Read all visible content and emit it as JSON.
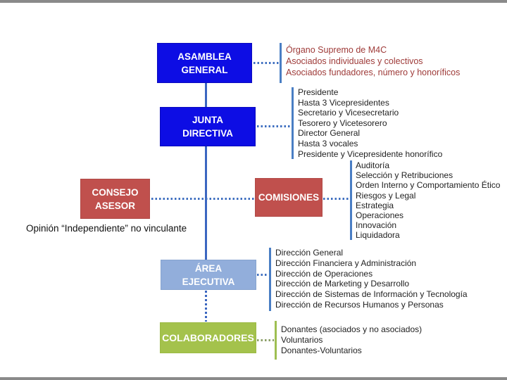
{
  "diagram": {
    "note": "Opinión “Independiente” no vinculante",
    "boxes": {
      "asamblea": {
        "title": "ASAMBLEA\nGENERAL"
      },
      "junta": {
        "title": "JUNTA\nDIRECTIVA"
      },
      "consejo": {
        "title": "CONSEJO\nASESOR"
      },
      "comisiones": {
        "title": "COMISIONES"
      },
      "area": {
        "title": "ÁREA\nEJECUTIVA"
      },
      "colaboradores": {
        "title": "COLABORADORES"
      }
    },
    "lists": {
      "asamblea": [
        "Órgano Supremo de M4C",
        "Asociados individuales y colectivos",
        "Asociados fundadores, número y honoríficos"
      ],
      "junta": [
        "Presidente",
        "Hasta 3 Vicepresidentes",
        "Secretario y Vicesecretario",
        "Tesorero y Vicetesorero",
        "Director General",
        "Hasta 3 vocales",
        "Presidente y Vicepresidente honorífico"
      ],
      "comisiones": [
        "Auditoría",
        "Selección y Retribuciones",
        "Orden Interno y Comportamiento Ético",
        "Riesgos y Legal",
        "Estrategia",
        "Operaciones",
        "Innovación",
        "Liquidadora"
      ],
      "area": [
        "Dirección General",
        "Dirección Financiera y Administración",
        "Dirección de Operaciones",
        "Dirección de Marketing y Desarrollo",
        "Dirección de Sistemas de Información y Tecnología",
        "Dirección de Recursos Humanos y Personas"
      ],
      "colaboradores": [
        "Donantes (asociados y no asociados)",
        "Voluntarios",
        "Donantes-Voluntarios"
      ]
    },
    "colors": {
      "primary_blue": "#0d0de4",
      "light_blue": "#92aedb",
      "brick_red": "#c0504d",
      "green": "#a4c24c",
      "connector_blue": "#3b66c0",
      "accent_bar_blue": "#4a7ec4",
      "accent_bar_green": "#9ebf52",
      "red_text": "#9e3a38"
    }
  }
}
